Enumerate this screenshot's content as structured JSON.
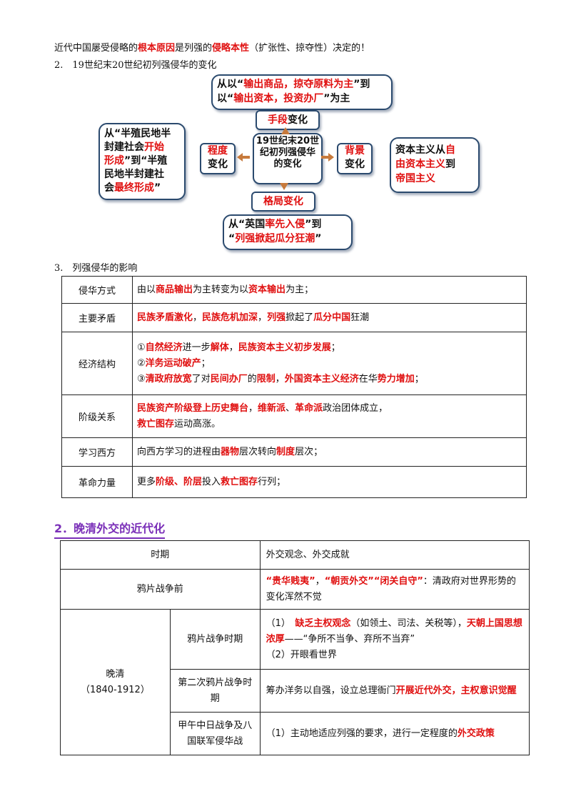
{
  "intro": {
    "p1": "近代中国屡受侵略的",
    "h1": "根本原因",
    "p2": "是列强的",
    "h2": "侵略本性",
    "p3": "（扩张性、掠夺性）决定的！"
  },
  "heading2": "2.　19世纪末20世纪初列强侵华的变化",
  "diagram": {
    "center": "19世纪末20世纪初列强侵华的变化",
    "top_label": {
      "a": "手段",
      "b": "变化"
    },
    "top_box": {
      "l1a": "从以“",
      "l1b": "输出商品，掠夺原料为主",
      "l1c": "”到",
      "l2a": "以“",
      "l2b": "输出资本，投资办厂",
      "l2c": "”为主"
    },
    "left_label": {
      "a": "程度",
      "b": "变化"
    },
    "left_box": {
      "l1": "从“半殖民地半",
      "l2a": "封建社会",
      "l2b": "开始",
      "l3a": "形成",
      "l3b": "”到“半殖",
      "l4": "民地半封建社",
      "l5a": "会",
      "l5b": "最终形成",
      "l5c": "”"
    },
    "right_label": {
      "a": "背景",
      "b": "变化"
    },
    "right_box": {
      "l1a": "资本主义从",
      "l1b": "自",
      "l2": "由资本主义",
      "l2b": "到",
      "l3": "帝国主义"
    },
    "bottom_label": "格局变化",
    "bottom_box": {
      "l1a": "从“英国",
      "l1b": "率先入侵",
      "l1c": "”到",
      "l2a": "“",
      "l2b": "列强掀起瓜分狂潮",
      "l2c": "”"
    }
  },
  "heading3": "3.　列强侵华的影响",
  "table1": {
    "rows": [
      {
        "h": "侵华方式"
      },
      {
        "h": "主要矛盾"
      },
      {
        "h": "经济结构"
      },
      {
        "h": "阶级关系"
      },
      {
        "h": "学习西方"
      },
      {
        "h": "革命力量"
      }
    ],
    "r1": {
      "a": "由以",
      "b": "商品输出",
      "c": "为主转变为以",
      "d": "资本输出",
      "e": "为主；"
    },
    "r2": {
      "a": "民族矛盾激化",
      "b": "，",
      "c": "民族危机加深",
      "d": "，",
      "e": "列强",
      "f": "掀起了",
      "g": "瓜分中国",
      "h": "狂潮"
    },
    "r3": {
      "l1a": "①",
      "l1b": "自然经济",
      "l1c": "进一步",
      "l1d": "解体",
      "l1e": "，",
      "l1f": "民族资本主义初步发展",
      "l1g": "；",
      "l2a": "②",
      "l2b": "洋务运动破产",
      "l2c": "；",
      "l3a": "③",
      "l3b": "清政府放宽",
      "l3c": "了对",
      "l3d": "民间办厂",
      "l3e": "的",
      "l3f": "限制",
      "l3g": "，",
      "l3h": "外国资本主义经济",
      "l3i": "在华",
      "l3j": "势力增加",
      "l3k": "；"
    },
    "r4": {
      "a": "民族资产阶级登上历史舞台",
      "b": "，",
      "c": "维新派",
      "d": "、",
      "e": "革命派",
      "f": "政治团体成立，",
      "g": "救亡图存",
      "h": "运动高涨。"
    },
    "r5": {
      "a": "向西方学习的进程由",
      "b": "器物",
      "c": "层次转向",
      "d": "制度",
      "e": "层次；"
    },
    "r6": {
      "a": "更多",
      "b": "阶级、阶层",
      "c": "投入",
      "d": "救亡图存",
      "e": "行列；"
    }
  },
  "section2": "2．晚清外交的近代化",
  "table2": {
    "head": {
      "c1": "时期",
      "c2": "外交观念、外交成就"
    },
    "row1": {
      "period": "鸦片战争前",
      "a": "“贵华贱夷”",
      "b": "，",
      "c": "“朝贡外交”",
      "d": "“闭关自守”",
      "e": "：清政府对世界形势的变化浑然不觉"
    },
    "late": {
      "name": "晚清",
      "years": "（1840-1912）"
    },
    "sub1": {
      "period": "鸦片战争时期",
      "a": "（1）　",
      "b": "缺乏主权观念",
      "c": "（如领土、司法、关税等），",
      "d": "天朝上国思想浓厚",
      "e": "——“争所不当争、弃所不当弃”",
      "f": "（2）开眼看世界"
    },
    "sub2": {
      "period": "第二次鸦片战争时期",
      "a": "筹办洋务以自强，设立总理衙门",
      "b": "开展近代外交，主权意识觉醒"
    },
    "sub3": {
      "period": "甲午中日战争及八国联军侵华战",
      "a": "（1）主动地适应列强的要求，进行一定程度的",
      "b": "外交政策"
    }
  }
}
